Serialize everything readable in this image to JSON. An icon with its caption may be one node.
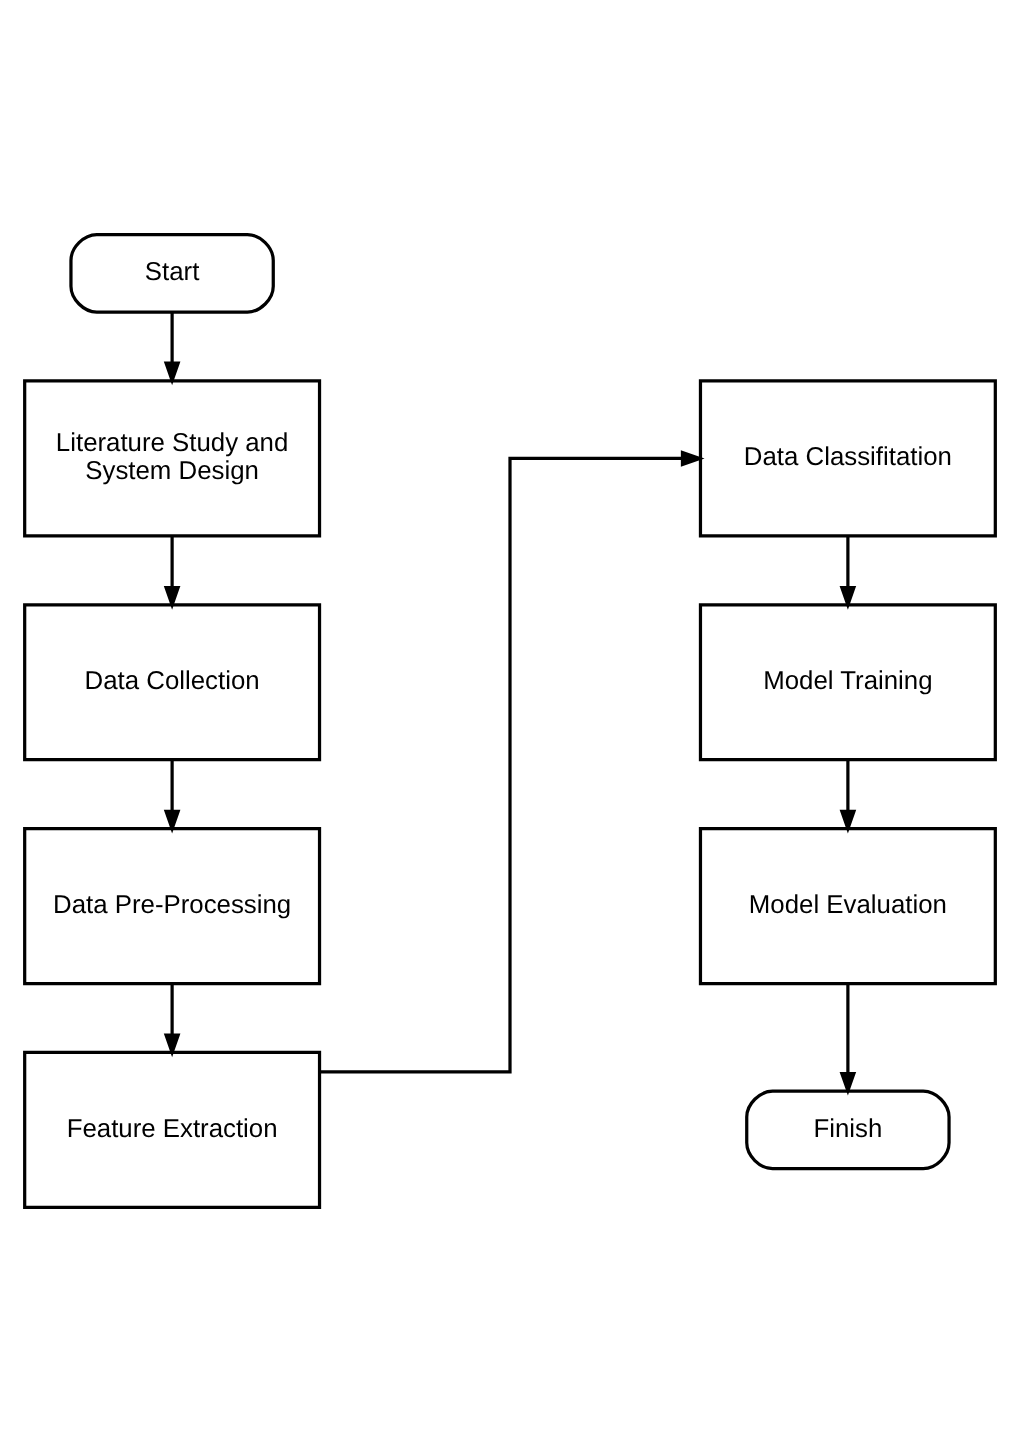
{
  "diagram": {
    "nodes": [
      {
        "text": [
          "Start"
        ]
      },
      {
        "text": [
          "Literature Study and System Design"
        ]
      },
      {
        "text": [
          "Data Collection"
        ]
      },
      {
        "text": [
          "Data Pre-Processing"
        ]
      },
      {
        "text": [
          "Feature Extraction"
        ]
      },
      {
        "text": [
          "Data Classifitation"
        ]
      },
      {
        "text": [
          "Model Training"
        ]
      },
      {
        "text": [
          "Model Evaluation"
        ]
      },
      {
        "text": [
          "Finish"
        ]
      }
    ],
    "edges": [
      {
        "from": 0,
        "to": 1,
        "arrow": "to"
      },
      {
        "from": 1,
        "to": 2,
        "arrow": "to"
      },
      {
        "from": 2,
        "to": 3,
        "arrow": "to"
      },
      {
        "from": 3,
        "to": 4,
        "arrow": "to"
      },
      {
        "from": 4,
        "to": 5,
        "arrow": "to"
      },
      {
        "from": 5,
        "to": 6,
        "arrow": "to"
      },
      {
        "from": 6,
        "to": 7,
        "arrow": "to"
      },
      {
        "from": 7,
        "to": 8,
        "arrow": "to"
      }
    ]
  }
}
